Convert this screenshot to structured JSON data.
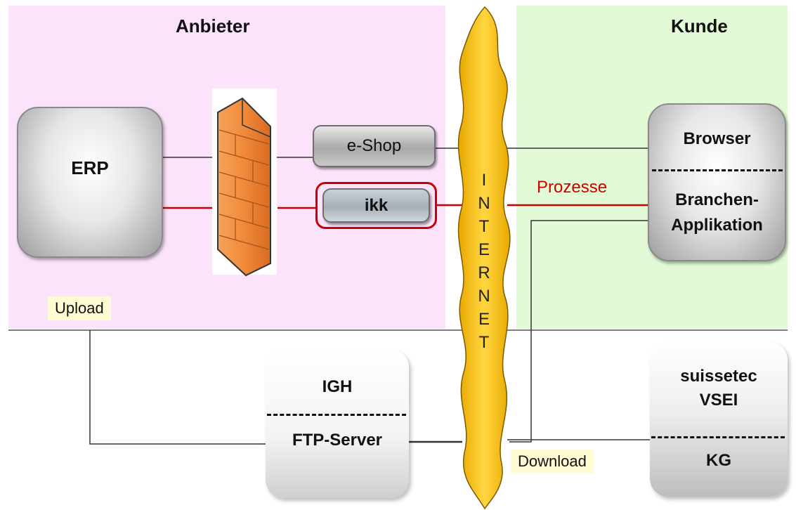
{
  "zones": {
    "anbieter": "Anbieter",
    "kunde": "Kunde"
  },
  "nodes": {
    "erp": "ERP",
    "eshop": "e-Shop",
    "ikk": "ikk",
    "browser": "Browser",
    "branchen_line1": "Branchen-",
    "branchen_line2": "Applikation",
    "igh": "IGH",
    "ftp": "FTP-Server",
    "suissetec_line1": "suissetec",
    "suissetec_line2": "VSEI",
    "kg": "KG"
  },
  "internet": [
    "I",
    "N",
    "T",
    "E",
    "R",
    "N",
    "E",
    "T"
  ],
  "edge_labels": {
    "prozesse": "Prozesse",
    "upload": "Upload",
    "download": "Download"
  },
  "colors": {
    "anbieter_bg": "#fbe3fb",
    "kunde_bg": "#e2fbd6",
    "process_line": "#cc0000",
    "cloud": "#f7c21a"
  }
}
